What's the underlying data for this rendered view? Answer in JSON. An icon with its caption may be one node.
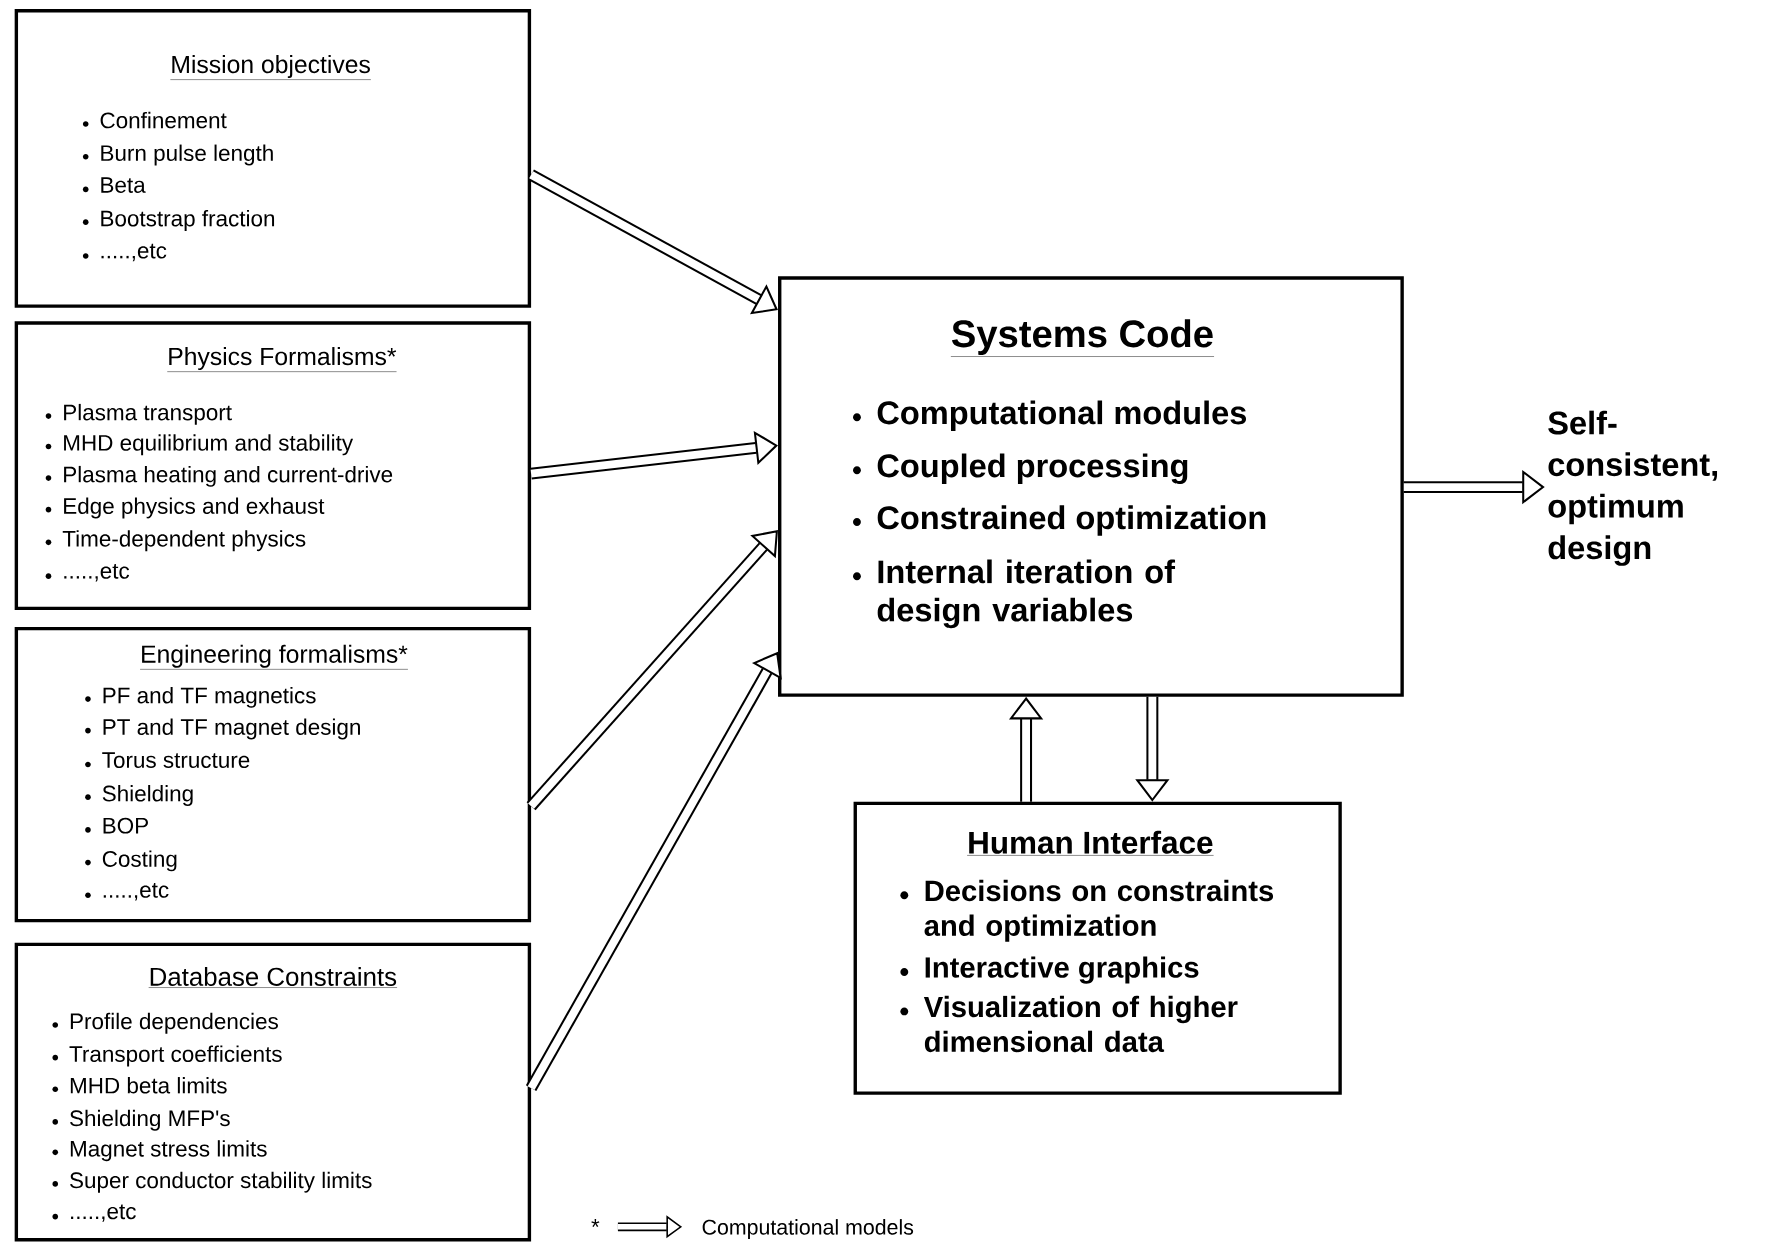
{
  "diagram": {
    "nodes": [
      {
        "text": [
          "Mission objectives",
          "Confinement",
          "Burn pulse length",
          "Beta",
          "Bootstrap fraction",
          ".....,etc"
        ]
      },
      {
        "text": [
          "Physics Formalisms*",
          "Plasma transport",
          "MHD equilibrium and stability",
          "Plasma heating and current-drive",
          "Edge physics and exhaust",
          "Time-dependent physics",
          ".....,etc"
        ]
      },
      {
        "text": [
          "Engineering formalisms*",
          "PF and TF magnetics",
          "PT and TF magnet design",
          "Torus structure",
          "Shielding",
          "BOP",
          "Costing",
          ".....,etc"
        ]
      },
      {
        "text": [
          "Database Constraints",
          "Profile dependencies",
          "Transport coefficients",
          "MHD beta limits",
          "Shielding MFP's",
          "Magnet stress limits",
          "Super conductor stability limits",
          ".....,etc"
        ]
      },
      {
        "text": [
          "Systems Code",
          "Computational modules",
          "Coupled processing",
          "Constrained optimization",
          "Internal iteration of design variables"
        ]
      },
      {
        "text": [
          "Human Interface",
          "Decisions on constraints and optimization",
          "Interactive graphics",
          "Visualization of higher dimensional data"
        ]
      },
      {
        "text": [
          "Self-consistent, optimum design"
        ]
      }
    ],
    "edges": [
      {
        "from": 0,
        "to": 4,
        "arrow": "to"
      },
      {
        "from": 1,
        "to": 4,
        "arrow": "to"
      },
      {
        "from": 2,
        "to": 4,
        "arrow": "to"
      },
      {
        "from": 3,
        "to": 4,
        "arrow": "to"
      },
      {
        "from": 5,
        "to": 4,
        "arrow": "to"
      },
      {
        "from": 4,
        "to": 5,
        "arrow": "to"
      },
      {
        "from": 4,
        "to": 6,
        "arrow": "to"
      }
    ],
    "labels": [
      "*"
    ],
    "legend": [
      {
        "text": "Computational models"
      }
    ]
  }
}
